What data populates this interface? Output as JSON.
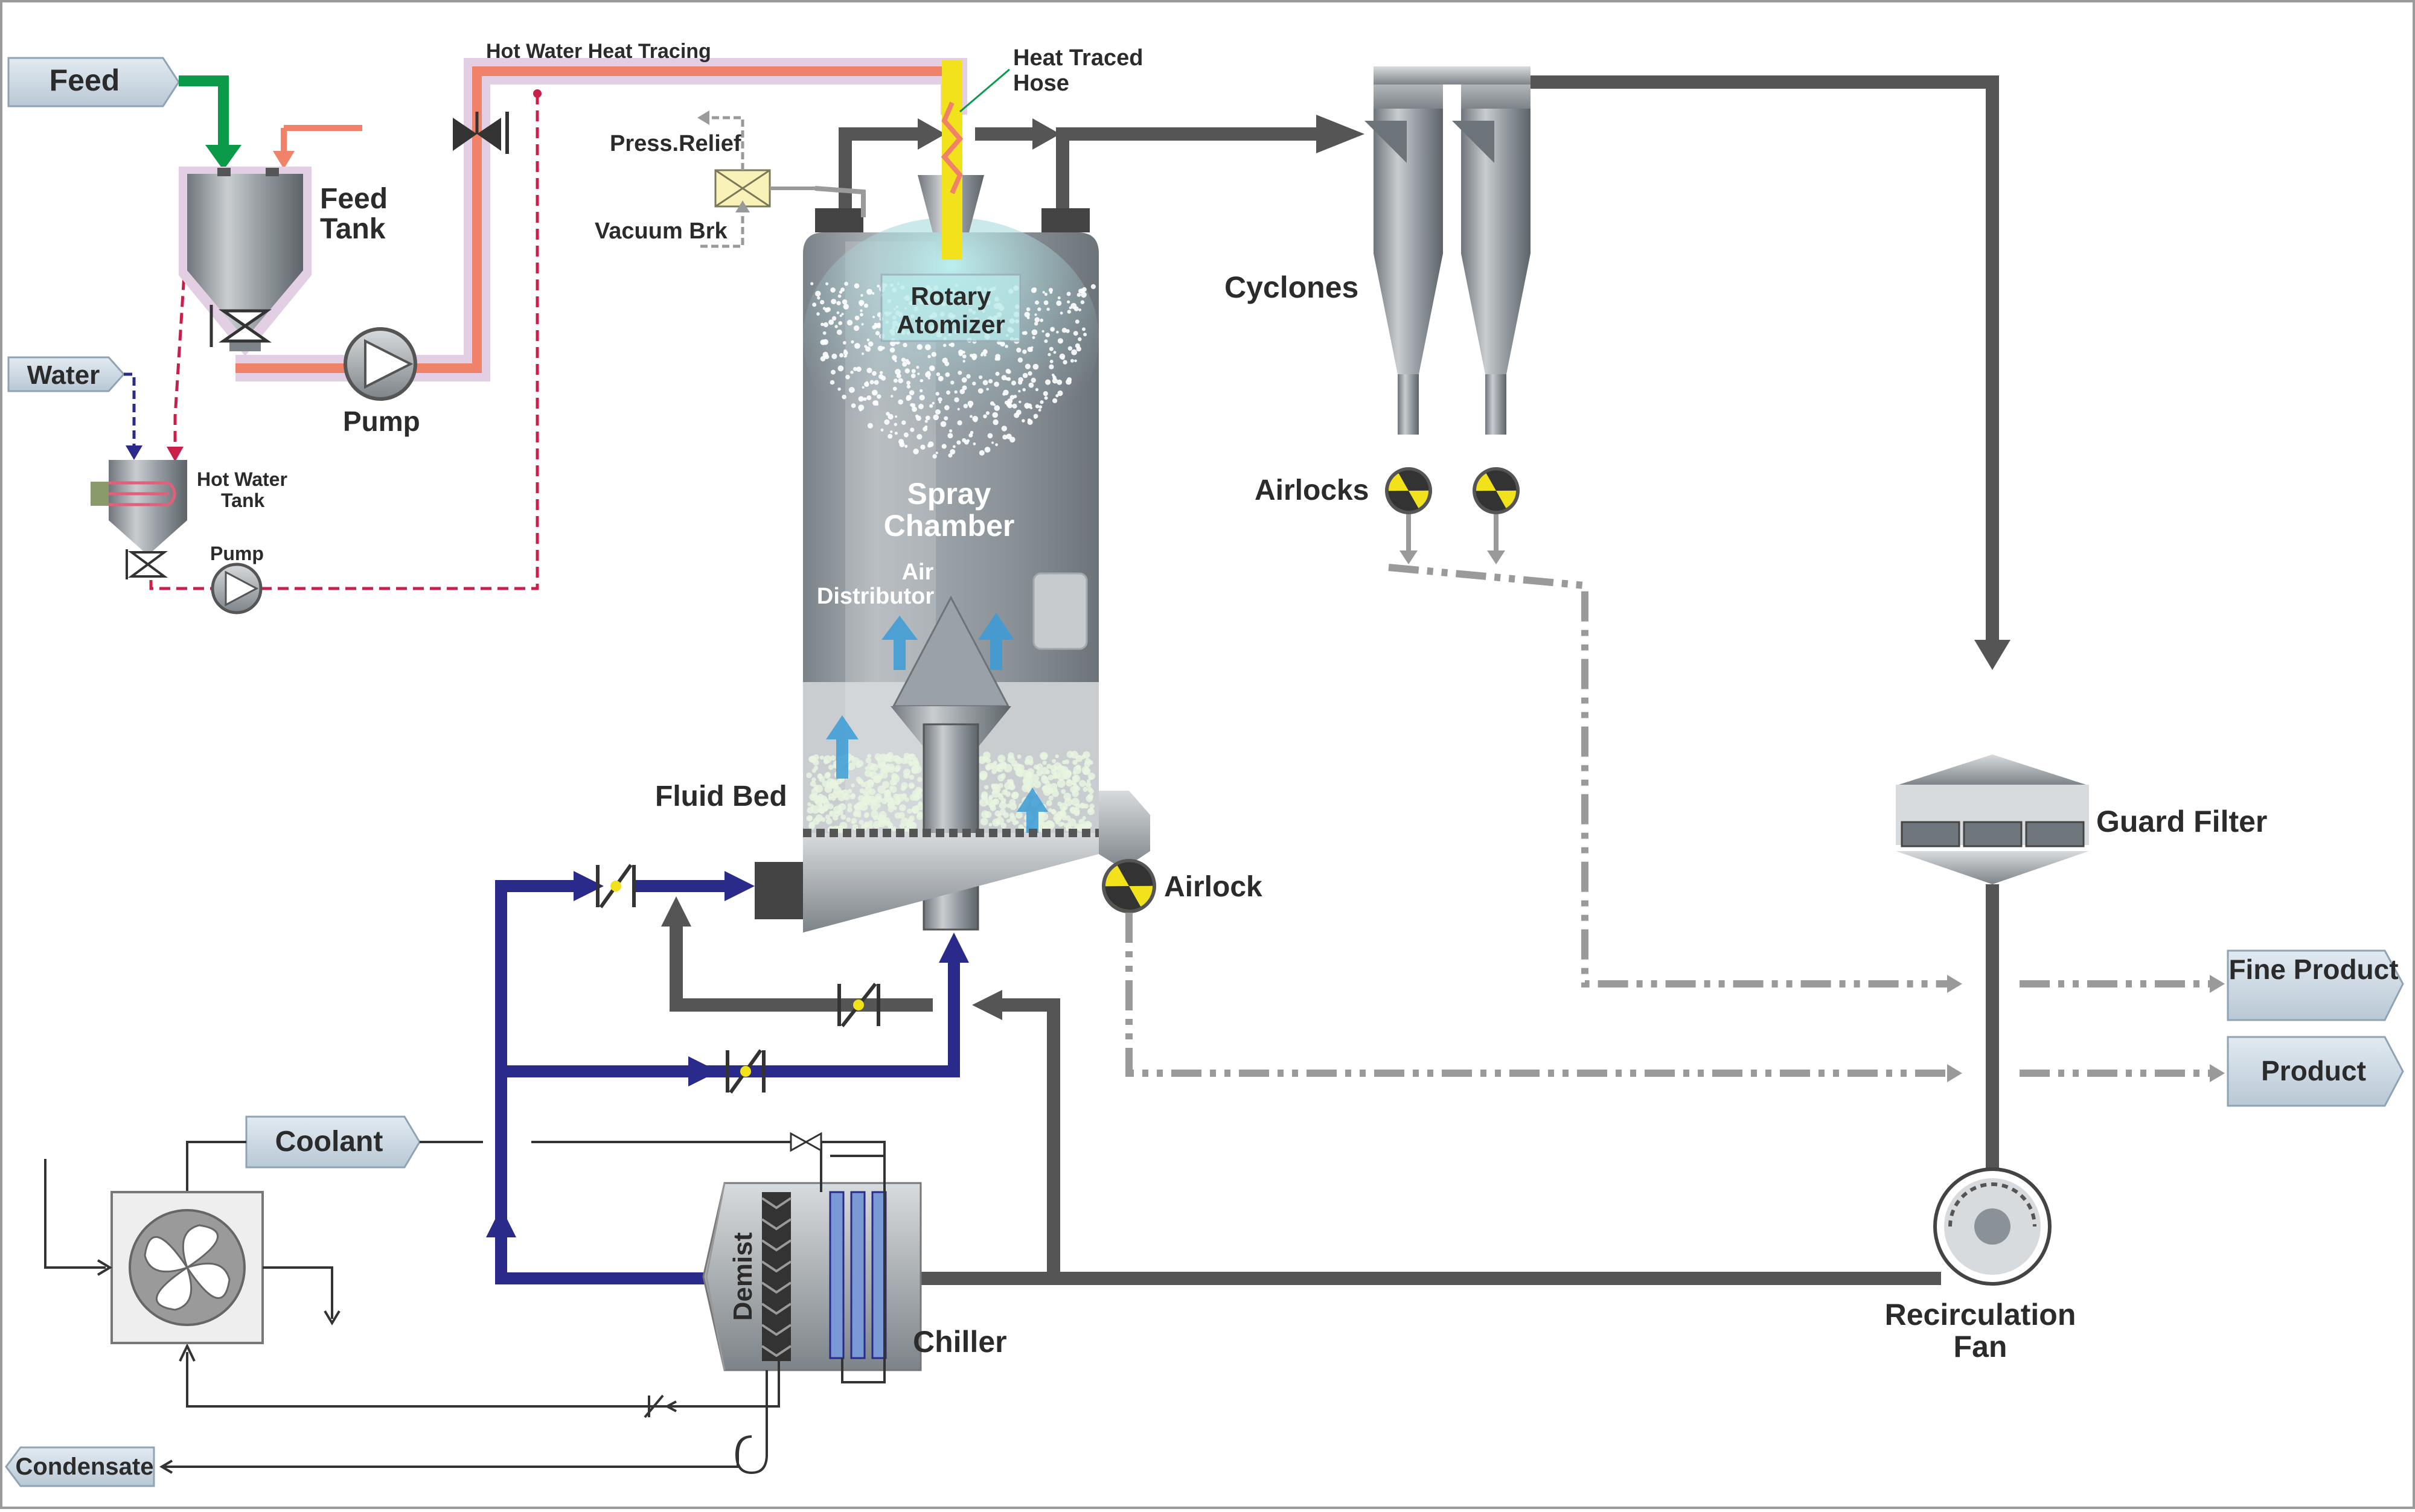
{
  "diagram": {
    "tags": {
      "feed": "Feed",
      "water": "Water",
      "coolant": "Coolant",
      "condensate": "Condensate",
      "fine_product": "Fine Product",
      "product": "Product"
    },
    "labels": {
      "hot_water_heat_tracing": "Hot Water Heat Tracing",
      "heat_traced_hose_1": "Heat Traced",
      "heat_traced_hose_2": "Hose",
      "feed_tank_1": "Feed",
      "feed_tank_2": "Tank",
      "pump": "Pump",
      "hot_water_tank_1": "Hot Water",
      "hot_water_tank_2": "Tank",
      "pump_small": "Pump",
      "press_relief": "Press.Relief",
      "vacuum_brk": "Vacuum Brk",
      "rotary_atomizer_1": "Rotary",
      "rotary_atomizer_2": "Atomizer",
      "spray_chamber_1": "Spray",
      "spray_chamber_2": "Chamber",
      "air_distributor_1": "Air",
      "air_distributor_2": "Distributor",
      "fluid_bed": "Fluid Bed",
      "airlock": "Airlock",
      "cyclones": "Cyclones",
      "airlocks": "Airlocks",
      "guard_filter": "Guard Filter",
      "recirculation_fan_1": "Recirculation",
      "recirculation_fan_2": "Fan",
      "chiller": "Chiller",
      "demist": "Demist"
    },
    "colors": {
      "feed_line": "#0a9a4a",
      "heat_tracing": "#f0826a",
      "heat_tracing_halo": "#e3cfe3",
      "hot_water_line": "#c8204a",
      "air_line": "#555555",
      "chilled_air_line": "#2a2a8a",
      "product_line": "#9a9a9a",
      "tag_fill": "#cfdbe6",
      "chamber": "#828a90",
      "airlock_yellow": "#f2e21c"
    }
  }
}
